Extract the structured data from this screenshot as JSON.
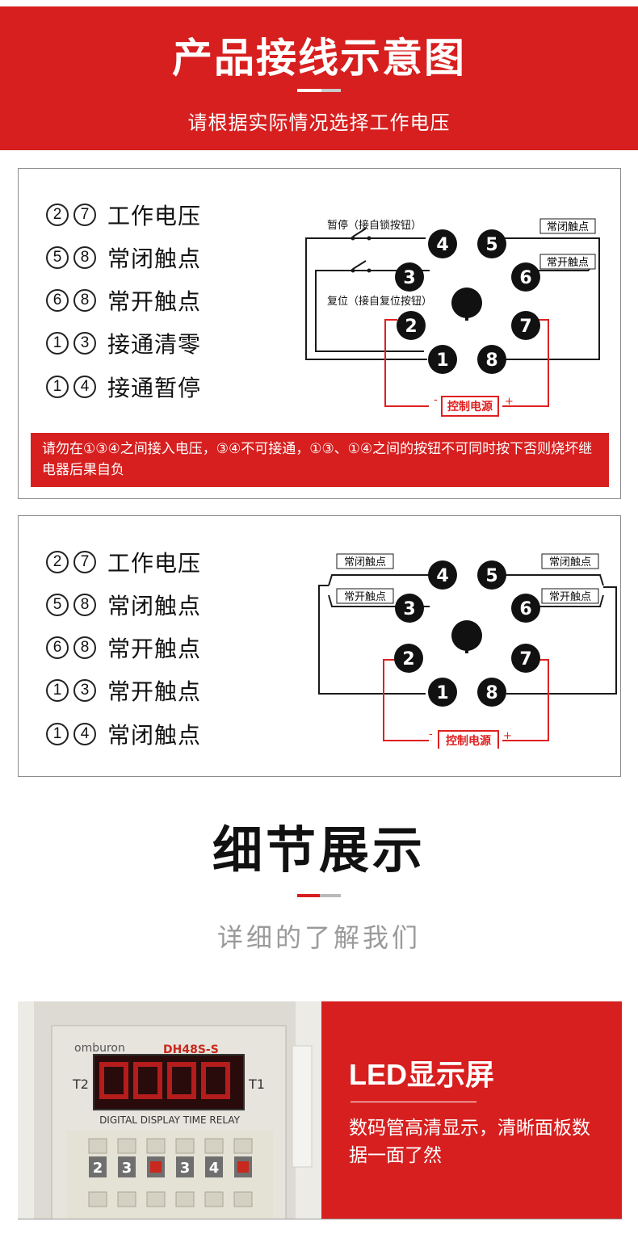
{
  "header": {
    "title": "产品接线示意图",
    "subtitle": "请根据实际情况选择工作电压"
  },
  "panel1": {
    "pins": [
      {
        "a": "2",
        "b": "7",
        "label": "工作电压"
      },
      {
        "a": "5",
        "b": "8",
        "label": "常闭触点"
      },
      {
        "a": "6",
        "b": "8",
        "label": "常开触点"
      },
      {
        "a": "1",
        "b": "3",
        "label": "接通清零"
      },
      {
        "a": "1",
        "b": "4",
        "label": "接通暂停"
      }
    ],
    "diagram": {
      "pause_label": "暂停（接自锁按钮）",
      "reset_label": "复位（接自复位按钮）",
      "nc_label": "常闭触点",
      "no_label": "常开触点",
      "power_label": "控制电源",
      "minus": "-",
      "plus": "+",
      "n1": "1",
      "n2": "2",
      "n3": "3",
      "n4": "4",
      "n5": "5",
      "n6": "6",
      "n7": "7",
      "n8": "8"
    },
    "warning": "请勿在①③④之间接入电压，③④不可接通，①③、①④之间的按钮不可同时按下否则烧坏继电器后果自负"
  },
  "panel2": {
    "pins": [
      {
        "a": "2",
        "b": "7",
        "label": "工作电压"
      },
      {
        "a": "5",
        "b": "8",
        "label": "常闭触点"
      },
      {
        "a": "6",
        "b": "8",
        "label": "常开触点"
      },
      {
        "a": "1",
        "b": "3",
        "label": "常开触点"
      },
      {
        "a": "1",
        "b": "4",
        "label": "常闭触点"
      }
    ],
    "diagram": {
      "nc_left": "常闭触点",
      "no_left": "常开触点",
      "nc_right": "常闭触点",
      "no_right": "常开触点",
      "power_label": "控制电源",
      "minus": "-",
      "plus": "+",
      "n1": "1",
      "n2": "2",
      "n3": "3",
      "n4": "4",
      "n5": "5",
      "n6": "6",
      "n7": "7",
      "n8": "8"
    }
  },
  "detail": {
    "title": "细节展示",
    "subtitle": "详细的了解我们"
  },
  "product": {
    "photo": {
      "brand": "omburon",
      "model": "DH48S-S",
      "t2": "T2",
      "t1": "T1",
      "caption": "DIGITAL DISPLAY TIME RELAY",
      "digits": [
        "2",
        "3",
        "",
        "3",
        "4",
        ""
      ]
    },
    "feature_title": "LED显示屏",
    "feature_desc": "数码管高清显示，清晰面板数据一面了然"
  },
  "colors": {
    "accent": "#d71f1f",
    "wire_black": "#1a1a1a",
    "wire_red": "#e02020",
    "sub_gray": "#9a9a9a"
  }
}
